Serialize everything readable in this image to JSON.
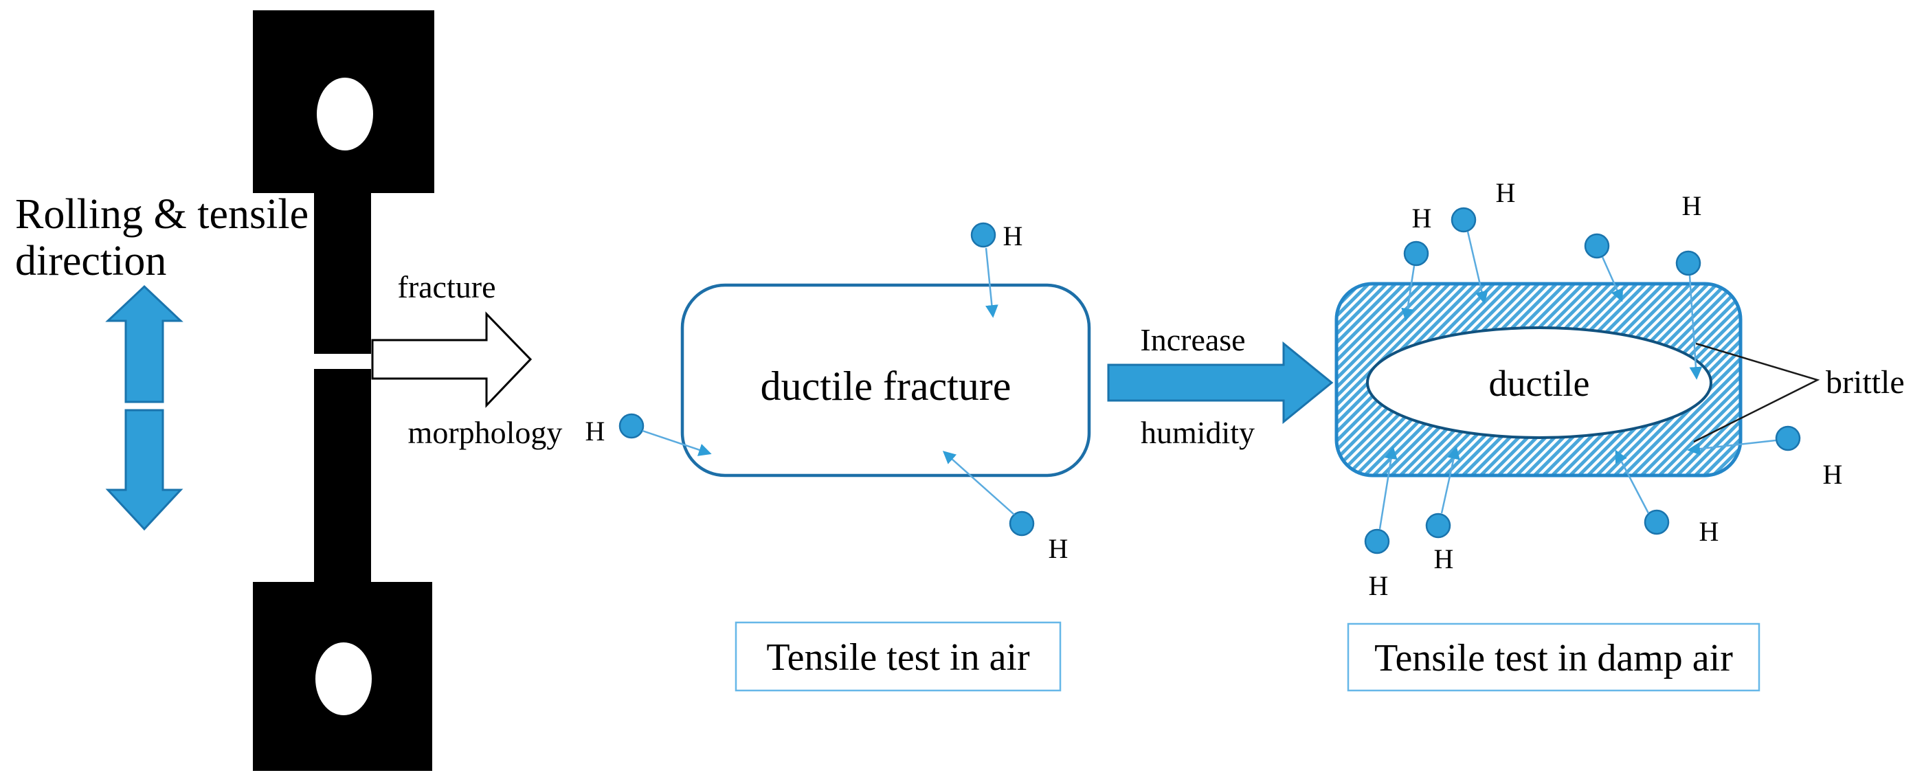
{
  "colors": {
    "accent": "#2f9ed8",
    "accent-dark": "#1a74ad",
    "line": "#5aabdf",
    "border-mid": "#1d6fa8",
    "hatch-stripe": "#49a7db",
    "hatch-border": "#2386c8",
    "ellipse-border": "#11527f",
    "caption-border": "#66b7e8",
    "ink": "#000000"
  },
  "specimen": {
    "direction_label_line1": "Rolling & tensile",
    "direction_label_line2": "direction"
  },
  "fracture_arrow": {
    "top_label": "fracture",
    "bottom_label": "morphology"
  },
  "air_panel": {
    "title": "ductile fracture",
    "caption": "Tensile test in air"
  },
  "transition_arrow": {
    "label_line1": "Increase",
    "label_line2": "humidity"
  },
  "damp_panel": {
    "center_label": "ductile",
    "pointer_label": "brittle",
    "caption": "Tensile test in damp air"
  },
  "atom": {
    "symbol": "H"
  }
}
